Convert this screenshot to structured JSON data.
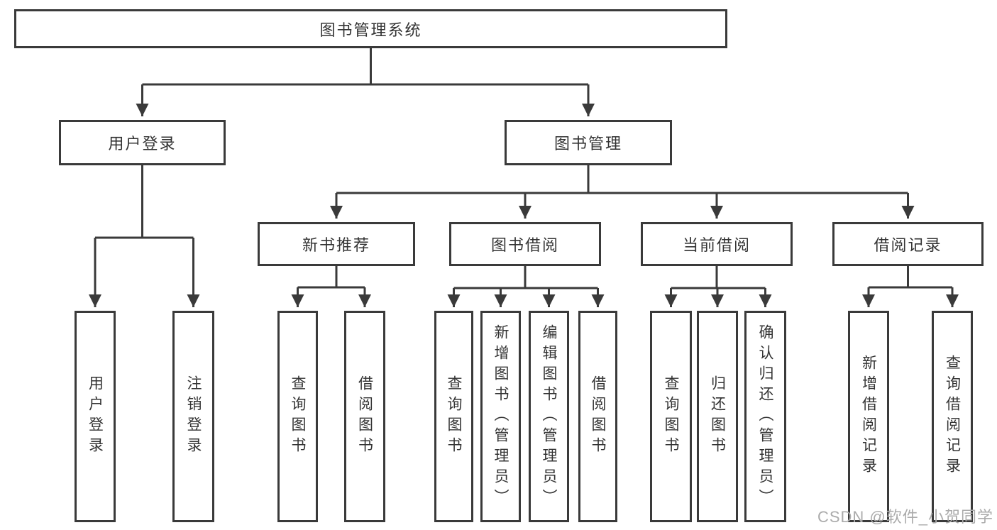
{
  "diagram": {
    "root": "图书管理系统",
    "level2": {
      "user_login": "用户登录",
      "book_mgmt": "图书管理"
    },
    "level3": {
      "new_books": "新书推荐",
      "book_borrow": "图书借阅",
      "current_borrow": "当前借阅",
      "borrow_records": "借阅记录"
    },
    "leaves": {
      "user_login": [
        "用户登录",
        "注销登录"
      ],
      "new_books": [
        "查询图书",
        "借阅图书"
      ],
      "book_borrow": [
        "查询图书",
        "新增图书（管理员）",
        "编辑图书（管理员）",
        "借阅图书"
      ],
      "current_borrow": [
        "查询图书",
        "归还图书",
        "确认归还（管理员）"
      ],
      "borrow_records": [
        "新增借阅记录",
        "查询借阅记录"
      ]
    }
  },
  "watermark": "CSDN @软件_小贺同学",
  "colors": {
    "line": "#3a3a3a",
    "text": "#333333",
    "watermark": "#ababab",
    "background": "#ffffff"
  }
}
